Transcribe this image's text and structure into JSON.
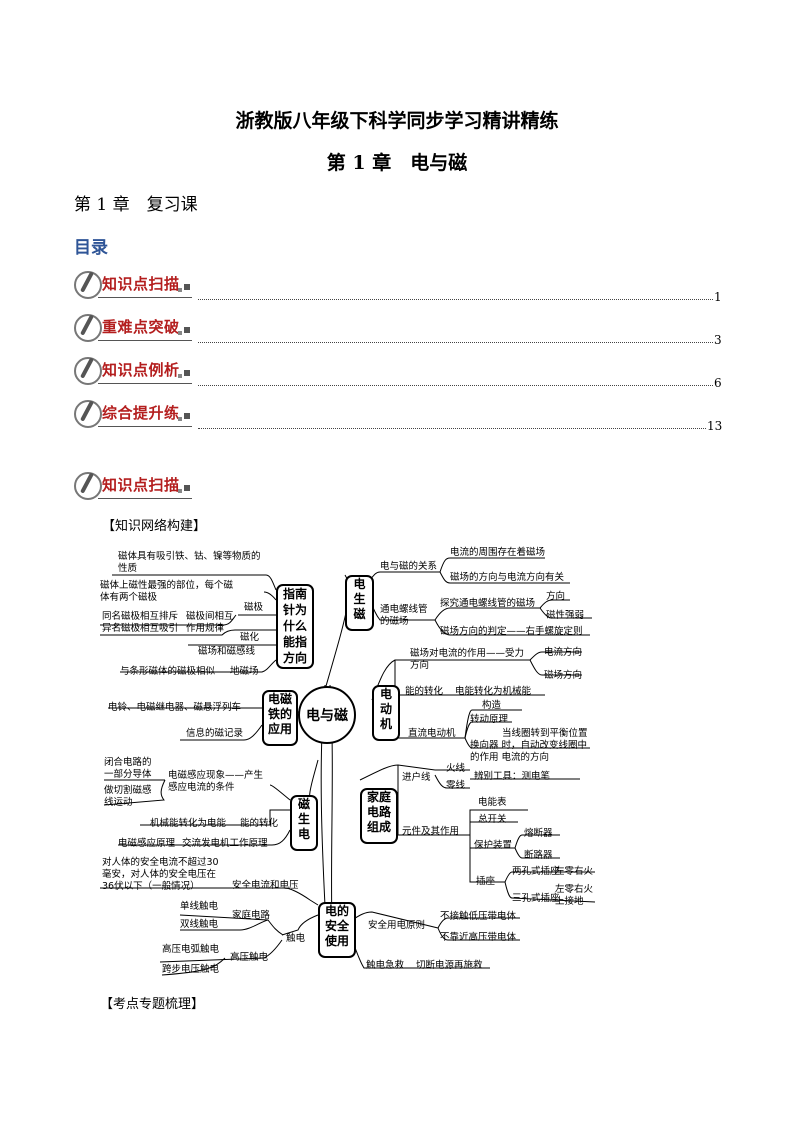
{
  "header": {
    "main_title": "浙教版八年级下科学同步学习精讲精练",
    "chapter_title": "第 1 章　电与磁",
    "lesson_title": "第 1 章　复习课",
    "toc_heading": "目录"
  },
  "toc": [
    {
      "label": "知识点扫描",
      "page": "1"
    },
    {
      "label": "重难点突破",
      "page": "3"
    },
    {
      "label": "知识点例析",
      "page": "6"
    },
    {
      "label": "综合提升练",
      "page": "13"
    }
  ],
  "section": {
    "badge": "知识点扫描",
    "network_label": "【知识网络构建】",
    "exam_label": "【考点专题梳理】"
  },
  "mindmap": {
    "center": "电与磁",
    "boxes": {
      "compass": [
        "指南",
        "针为",
        "什么",
        "能指",
        "方向"
      ],
      "electromagnet": [
        "电磁",
        "铁的",
        "应用"
      ],
      "induction": [
        "磁",
        "生",
        "电"
      ],
      "safety": [
        "电的",
        "安全",
        "使用"
      ],
      "emag": [
        "电",
        "生",
        "磁"
      ],
      "motor": [
        "电",
        "动",
        "机"
      ],
      "household": [
        "家庭",
        "电路",
        "组成"
      ]
    },
    "texts": {
      "m1": "磁体具有吸引铁、钴、镍等物质的",
      "m1b": "性质",
      "m2": "磁体上磁性最强的部位，每个磁",
      "m2b": "体有两个磁极",
      "m3": "同名磁极相互排斥",
      "m3b": "异名磁极相互吸引",
      "m4": "磁极间相互",
      "m4b": "作用规律",
      "m5": "磁极",
      "m6": "磁化",
      "m7": "磁场和磁感线",
      "m8": "与条形磁体的磁极相似",
      "m9": "地磁场",
      "e1": "电铃、电磁继电器、磁悬浮列车",
      "e2": "信息的磁记录",
      "i1": "闭合电路的",
      "i1b": "一部分导体",
      "i2": "做切割磁感",
      "i2b": "线运动",
      "i3": "电磁感应现象——产生",
      "i3b": "感应电流的条件",
      "i4": "机械能转化为电能",
      "i5": "能的转化",
      "i6": "电磁感应原理",
      "i7": "交流发电机工作原理",
      "s1": "对人体的安全电流不超过30",
      "s1b": "毫安，对人体的安全电压在",
      "s1c": "36伏以下（一般情况）",
      "s2": "安全电流和电压",
      "s3": "单线触电",
      "s4": "双线触电",
      "s5": "家庭电路",
      "s6": "触电",
      "s7": "高压电弧触电",
      "s8": "跨步电压触电",
      "s9": "高压触电",
      "r1": "电与磁的关系",
      "r2": "电流的周围存在着磁场",
      "r3": "磁场的方向与电流方向有关",
      "r4": "通电螺线管",
      "r4b": "的磁场",
      "r5": "探究通电螺线管的磁场",
      "r6": "方向",
      "r7": "磁性强弱",
      "r8": "磁场方向的判定——右手螺旋定则",
      "r9": "磁场对电流的作用——受力",
      "r9b": "方向",
      "r10": "电流方向",
      "r11": "磁场方向",
      "r12": "能的转化",
      "r13": "电能转化为机械能",
      "r14": "构造",
      "r15": "转动原理",
      "r16": "直流电动机",
      "r17": "当线圈转到平衡位置",
      "r17b": "换向器 时，自动改变线圈中",
      "r17c": "的作用 电流的方向",
      "h1": "进户线",
      "h2": "火线",
      "h3": "零线",
      "h4": "辨别工具：测电笔",
      "h5": "电能表",
      "h6": "总开关",
      "h7": "元件及其作用",
      "h8": "保护装置",
      "h9": "熔断器",
      "h10": "断路器",
      "h11": "插座",
      "h12": "两孔式插座",
      "h13": "左零右火",
      "h14": "三孔式插座",
      "h15": "左零右火",
      "h15b": "上接地",
      "u1": "安全用电原则",
      "u2": "不接触低压带电体",
      "u3": "不靠近高压带电体",
      "u4": "触电急救",
      "u5": "切断电源再施救"
    }
  }
}
